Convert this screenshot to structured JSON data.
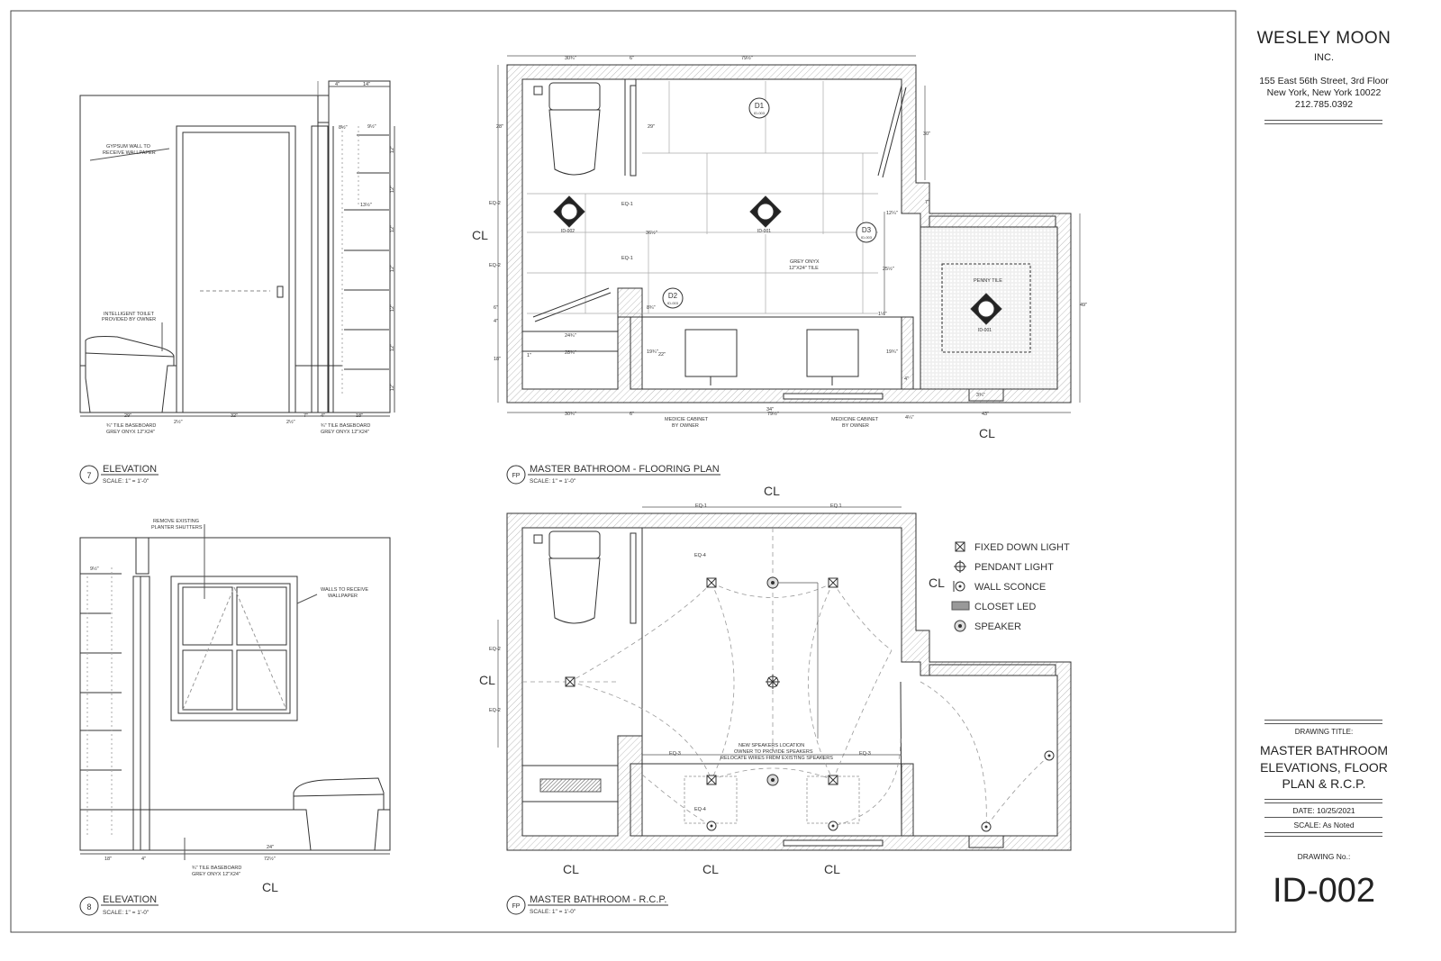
{
  "firm": {
    "name": "WESLEY MOON",
    "suffix": "INC.",
    "address_1": "155 East 56th Street, 3rd Floor",
    "address_2": "New York, New York 10022",
    "phone": "212.785.0392"
  },
  "title_block": {
    "drawing_title_label": "DRAWING TITLE:",
    "title_line_1": "MASTER BATHROOM",
    "title_line_2": "ELEVATIONS, FLOOR",
    "title_line_3": "PLAN & R.C.P.",
    "date": "DATE: 10/25/2021",
    "scale": "SCALE: As Noted",
    "drawing_no_label": "DRAWING No.:",
    "drawing_no": "ID-002"
  },
  "views": {
    "elev7": {
      "marker": "7",
      "title": "ELEVATION",
      "scale": "SCALE: 1\" = 1'-0\""
    },
    "flooring": {
      "marker": "FP",
      "title": "MASTER BATHROOM - FLOORING PLAN",
      "scale": "SCALE: 1\" = 1'-0\""
    },
    "elev8": {
      "marker": "8",
      "title": "ELEVATION",
      "scale": "SCALE: 1\" = 1'-0\""
    },
    "rcp": {
      "marker": "FP",
      "title": "MASTER BATHROOM - R.C.P.",
      "scale": "SCALE: 1\" = 1'-0\""
    }
  },
  "elev7_notes": {
    "gypsum_1": "GYPSUM WALL TO",
    "gypsum_2": "RECEIVE WALLPAPER",
    "toilet_1": "INTELLIGENT TOILET",
    "toilet_2": "PROVIDED BY OWNER",
    "base_1": "¾\" TILE BASEBOARD",
    "base_2": "GREY ONYX 12\"X24\"",
    "base2_1": "¾\" TILE BASEBOARD",
    "base2_2": "GREY ONYX 12\"X24\""
  },
  "elev7_dims": {
    "d29": "29\"",
    "d2a": "2½\"",
    "d32": "32\"",
    "d2b": "2½\"",
    "d7": "7\"",
    "d4": "4\"",
    "d18": "18\"",
    "top4": "4\"",
    "top14": "14\"",
    "d8": "8½\"",
    "d9": "9½\"",
    "d13": "13½\"",
    "shelf": [
      "12\"",
      "12\"",
      "12\"",
      "12\"",
      "12\"",
      "12\"",
      "12\"",
      "12\""
    ]
  },
  "elev8_notes": {
    "remove_1": "REMOVE EXISTING",
    "remove_2": "PLANTER SHUTTERS",
    "walls_1": "WALLS TO RECEIVE",
    "walls_2": "WALLPAPER",
    "base_1": "¾\" TILE BASEBOARD",
    "base_2": "GREY ONYX 12\"X24\""
  },
  "elev8_dims": {
    "d9": "9½\"",
    "d18": "18\"",
    "d4": "4\"",
    "d24": "24\"",
    "d72": "72½\""
  },
  "flooring_labels": {
    "top_dim_1": "30¾\"",
    "top_dim_2": "6\"",
    "top_dim_3": "79½\"",
    "bot_dim_1": "30¾\"",
    "bot_dim_2": "6\"",
    "bot_dim_3": "79½\"",
    "bot_dim_4": "4¼\"",
    "bot_dim_5": "43\"",
    "d28": "28\"",
    "eq2a": "EQ-2",
    "eq2b": "EQ-2",
    "eq1a": "EQ-1",
    "eq1b": "EQ-1",
    "d29": "29\"",
    "d36": "36½\"",
    "d30": "30\"",
    "d25": "25½\"",
    "d49": "49\"",
    "d24": "24¾\"",
    "d28b": "28¾\"",
    "d34": "34\"",
    "d18": "18\"",
    "d4": "4\"",
    "d6": "6\"",
    "d22": "22\"",
    "d19a": "19¾\"",
    "d19b": "19¾\"",
    "d8": "8¾\"",
    "d12": "12¼\"",
    "d7": "7\"",
    "d1": "1\"",
    "d3": "3¾\"",
    "d1b": "1½\"",
    "d4b": "4\"",
    "tile_1": "GREY ONYX",
    "tile_2": "12\"X24\" TILE",
    "penny": "PENNY TILE",
    "med_1": "MEDICIE CABINET",
    "med_2": "BY OWNER",
    "med2_1": "MEDICINE CABINET",
    "med2_2": "BY OWNER",
    "tag_002": "ID-002",
    "tag_001": "ID-001",
    "tag_001b": "ID-001",
    "d1_label": "D1",
    "d1_ref": "ID-003",
    "d2_label": "D2",
    "d2_ref": "ID-003",
    "d3_label": "D3",
    "d3_ref": "ID-003",
    "cl": "CL"
  },
  "rcp_labels": {
    "eq1a": "EQ-1",
    "eq1b": "EQ.1",
    "eq4a": "EQ-4",
    "eq4b": "EQ-4",
    "eq2a": "EQ-2",
    "eq2b": "EQ-2",
    "eq3a": "EQ-3",
    "eq3b": "EQ-3",
    "note_1": "NEW SPEAKERS LOCATION",
    "note_2": "OWNER TO PROVIDE SPEAKERS",
    "note_3": "RELOCATE WIRES FROM EXISTING SPEAKERS",
    "cl": "CL"
  },
  "legend": [
    {
      "icon": "fixed-down-light-icon",
      "label": "FIXED DOWN LIGHT"
    },
    {
      "icon": "pendant-light-icon",
      "label": "PENDANT LIGHT"
    },
    {
      "icon": "wall-sconce-icon",
      "label": "WALL SCONCE"
    },
    {
      "icon": "closet-led-icon",
      "label": "CLOSET LED"
    },
    {
      "icon": "speaker-icon",
      "label": "SPEAKER"
    }
  ],
  "colors": {
    "line": "#333333",
    "dash": "#9a9a9a",
    "hatch": "#bbbbbb",
    "led": "#999999"
  }
}
